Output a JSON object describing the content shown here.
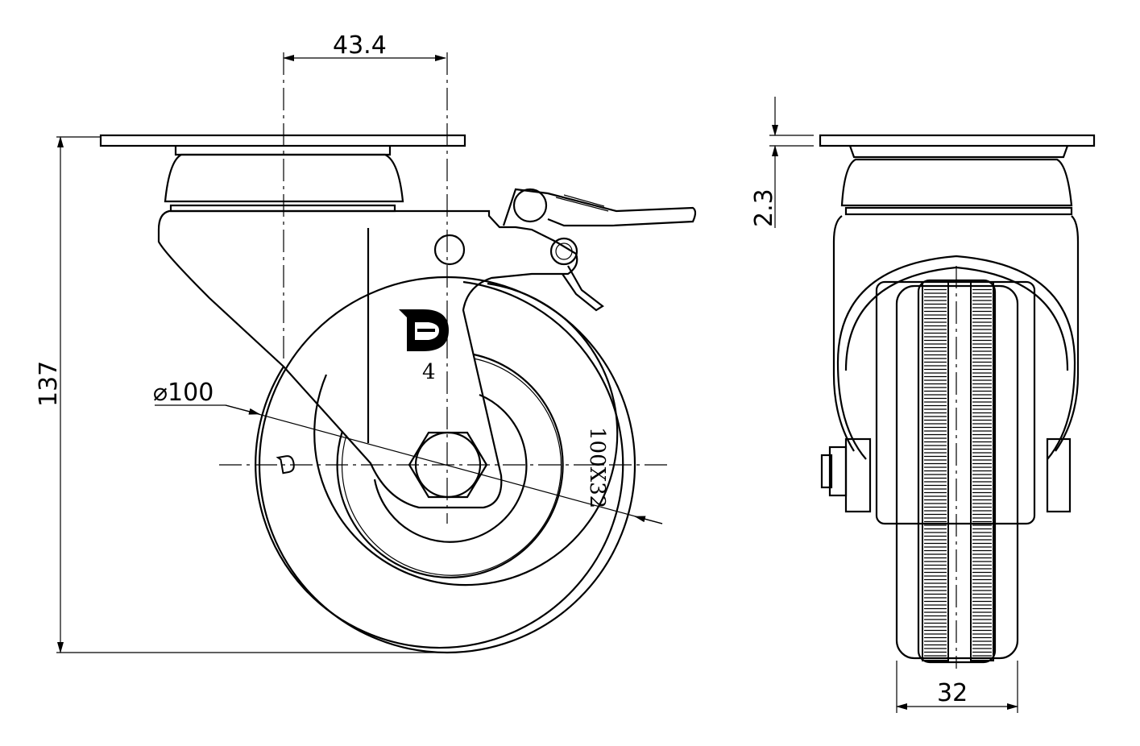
{
  "drawing": {
    "title": "Swivel caster with brake - technical drawing",
    "dimensions": {
      "offset": "43.4",
      "overall_height": "137",
      "wheel_diameter": "⌀100",
      "wheel_spec": "100X32",
      "plate_thickness": "2.3",
      "wheel_width": "32"
    },
    "logo_number": "4",
    "logo_letter": "D",
    "line_color": "#000000",
    "background": "#ffffff"
  }
}
